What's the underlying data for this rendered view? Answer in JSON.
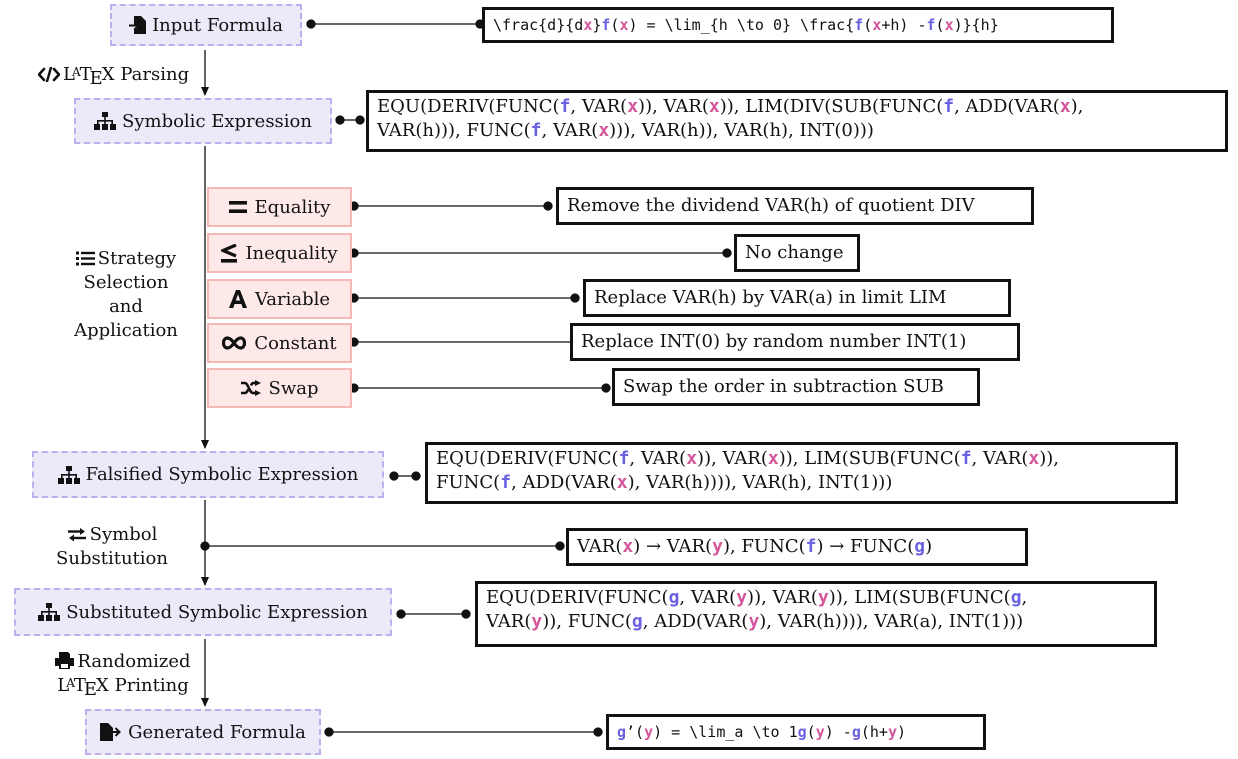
{
  "nodes": {
    "input_formula": "Input Formula",
    "symbolic_expression": "Symbolic Expression",
    "falsified_expression": "Falsified Symbolic Expression",
    "substituted_expression": "Substituted Symbolic Expression",
    "generated_formula": "Generated Formula"
  },
  "steps": {
    "parsing": "Parsing",
    "strategy": [
      "Strategy",
      "Selection",
      "and",
      "Application"
    ],
    "substitution": [
      "Symbol",
      "Substitution"
    ],
    "printing": [
      "Randomized",
      "Printing"
    ]
  },
  "strategies": [
    {
      "label": "Equality",
      "result": "Remove the dividend VAR(h) of quotient DIV"
    },
    {
      "label": "Inequality",
      "result": "No change"
    },
    {
      "label": "Variable",
      "result": "Replace VAR(h) by VAR(a) in limit LIM"
    },
    {
      "label": "Constant",
      "result": "Replace INT(0) by random number INT(1)"
    },
    {
      "label": "Swap",
      "result": "Swap the order in subtraction SUB"
    }
  ],
  "input_formula_tokens": [
    {
      "t": "\\frac{d}{d",
      "c": ""
    },
    {
      "t": "x",
      "c": "v"
    },
    {
      "t": "} ",
      "c": ""
    },
    {
      "t": "f",
      "c": "f"
    },
    {
      "t": "(",
      "c": ""
    },
    {
      "t": "x",
      "c": "v"
    },
    {
      "t": ") = \\lim_{h \\to 0} \\frac{",
      "c": ""
    },
    {
      "t": "f",
      "c": "f"
    },
    {
      "t": "(",
      "c": ""
    },
    {
      "t": "x",
      "c": "v"
    },
    {
      "t": "+h) - ",
      "c": ""
    },
    {
      "t": "f",
      "c": "f"
    },
    {
      "t": "(",
      "c": ""
    },
    {
      "t": "x",
      "c": "v"
    },
    {
      "t": ")}{h}",
      "c": ""
    }
  ],
  "symbolic_tokens": [
    {
      "t": "EQU(DERIV(FUNC(",
      "c": ""
    },
    {
      "t": "f",
      "c": "f"
    },
    {
      "t": ", VAR(",
      "c": ""
    },
    {
      "t": "x",
      "c": "v"
    },
    {
      "t": ")), VAR(",
      "c": ""
    },
    {
      "t": "x",
      "c": "v"
    },
    {
      "t": ")), LIM(DIV(SUB(FUNC(",
      "c": ""
    },
    {
      "t": "f",
      "c": "f"
    },
    {
      "t": ", ADD(VAR(",
      "c": ""
    },
    {
      "t": "x",
      "c": "v"
    },
    {
      "t": "), ",
      "c": ""
    },
    {
      "t": "\n",
      "c": ""
    },
    {
      "t": "VAR(h))), FUNC(",
      "c": ""
    },
    {
      "t": "f",
      "c": "f"
    },
    {
      "t": ", VAR(",
      "c": ""
    },
    {
      "t": "x",
      "c": "v"
    },
    {
      "t": "))), VAR(h)), VAR(h), INT(0)))",
      "c": ""
    }
  ],
  "falsified_tokens": [
    {
      "t": "EQU(DERIV(FUNC(",
      "c": ""
    },
    {
      "t": "f",
      "c": "f"
    },
    {
      "t": ", VAR(",
      "c": ""
    },
    {
      "t": "x",
      "c": "v"
    },
    {
      "t": ")), VAR(",
      "c": ""
    },
    {
      "t": "x",
      "c": "v"
    },
    {
      "t": ")), LIM(SUB(FUNC(",
      "c": ""
    },
    {
      "t": "f",
      "c": "f"
    },
    {
      "t": ", VAR(",
      "c": ""
    },
    {
      "t": "x",
      "c": "v"
    },
    {
      "t": ")),",
      "c": ""
    },
    {
      "t": "\n",
      "c": ""
    },
    {
      "t": "FUNC(",
      "c": ""
    },
    {
      "t": "f",
      "c": "f"
    },
    {
      "t": ", ADD(VAR(",
      "c": ""
    },
    {
      "t": "x",
      "c": "v"
    },
    {
      "t": "), VAR(h)))), VAR(h), INT(1)))",
      "c": ""
    }
  ],
  "substitution_tokens": [
    {
      "t": "VAR(",
      "c": ""
    },
    {
      "t": "x",
      "c": "v"
    },
    {
      "t": ") → VAR(",
      "c": ""
    },
    {
      "t": "y",
      "c": "v"
    },
    {
      "t": "), FUNC(",
      "c": ""
    },
    {
      "t": "f",
      "c": "f"
    },
    {
      "t": ") → FUNC(",
      "c": ""
    },
    {
      "t": "g",
      "c": "f"
    },
    {
      "t": ")",
      "c": ""
    }
  ],
  "substituted_tokens": [
    {
      "t": "EQU(DERIV(FUNC(",
      "c": ""
    },
    {
      "t": "g",
      "c": "f"
    },
    {
      "t": ", VAR(",
      "c": ""
    },
    {
      "t": "y",
      "c": "v"
    },
    {
      "t": ")), VAR(",
      "c": ""
    },
    {
      "t": "y",
      "c": "v"
    },
    {
      "t": ")), LIM(SUB(FUNC(",
      "c": ""
    },
    {
      "t": "g",
      "c": "f"
    },
    {
      "t": ",",
      "c": ""
    },
    {
      "t": "\n",
      "c": ""
    },
    {
      "t": "VAR(",
      "c": ""
    },
    {
      "t": "y",
      "c": "v"
    },
    {
      "t": ")), FUNC(",
      "c": ""
    },
    {
      "t": "g",
      "c": "f"
    },
    {
      "t": ", ADD(VAR(",
      "c": ""
    },
    {
      "t": "y",
      "c": "v"
    },
    {
      "t": "), VAR(h)))), VAR(a), INT(1)))",
      "c": ""
    }
  ],
  "generated_tokens": [
    {
      "t": "g",
      "c": "f"
    },
    {
      "t": "’(",
      "c": ""
    },
    {
      "t": "y",
      "c": "v"
    },
    {
      "t": ") = \\lim_a \\to 1 ",
      "c": ""
    },
    {
      "t": "g",
      "c": "f"
    },
    {
      "t": "(",
      "c": ""
    },
    {
      "t": "y",
      "c": "v"
    },
    {
      "t": ") - ",
      "c": ""
    },
    {
      "t": "g",
      "c": "f"
    },
    {
      "t": "(h+",
      "c": ""
    },
    {
      "t": "y",
      "c": "v"
    },
    {
      "t": ")",
      "c": ""
    }
  ],
  "colors": {
    "variable": "#d5559a",
    "function": "#6a62e0",
    "node_fill": "#eceaf9",
    "node_border": "#b6b2ee",
    "strategy_fill": "#fde9e8",
    "strategy_border": "#f5b8b5"
  },
  "icons": {
    "input": "file-import-icon",
    "parsing": "code-icon",
    "tree": "sitemap-icon",
    "strategy": "list-icon",
    "equality": "equals-icon",
    "inequality": "less-than-equal-icon",
    "variable": "font-icon",
    "constant": "infinity-icon",
    "swap": "shuffle-icon",
    "substitution": "exchange-icon",
    "printing": "print-icon",
    "generated": "file-export-icon"
  }
}
